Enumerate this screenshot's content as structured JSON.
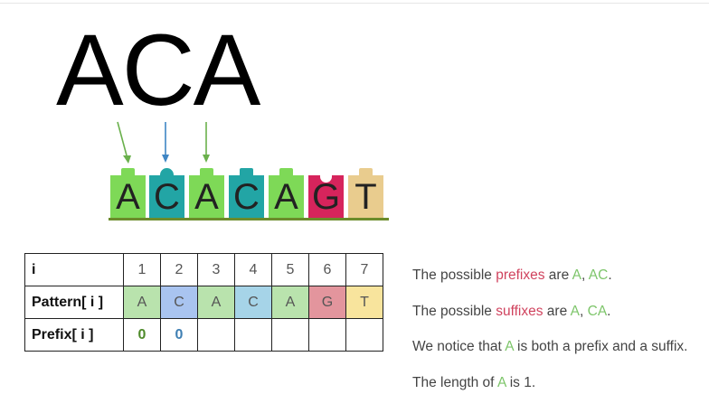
{
  "pattern_word": "ACA",
  "blocks": [
    {
      "letter": "A",
      "color": "#7ed957",
      "tab": "square"
    },
    {
      "letter": "C",
      "color": "#22a5a5",
      "tab": "round"
    },
    {
      "letter": "A",
      "color": "#7ed957",
      "tab": "square"
    },
    {
      "letter": "C",
      "color": "#22a5a5",
      "tab": "square"
    },
    {
      "letter": "A",
      "color": "#7ed957",
      "tab": "square"
    },
    {
      "letter": "G",
      "color": "#d6245c",
      "tab": "notch"
    },
    {
      "letter": "T",
      "color": "#e9cc8e",
      "tab": "square"
    }
  ],
  "arrows": [
    {
      "color": "#6ab04c"
    },
    {
      "color": "#3f86c4"
    },
    {
      "color": "#6ab04c"
    }
  ],
  "table": {
    "index_label": "i",
    "pattern_label": "Pattern[ i ]",
    "prefix_label": "Prefix[ i ]",
    "indices": [
      "1",
      "2",
      "3",
      "4",
      "5",
      "6",
      "7"
    ],
    "pattern": [
      {
        "char": "A",
        "bg": "#b9e3ad"
      },
      {
        "char": "C",
        "bg": "#a9c4f0"
      },
      {
        "char": "A",
        "bg": "#b9e3ad"
      },
      {
        "char": "C",
        "bg": "#a6d4e8"
      },
      {
        "char": "A",
        "bg": "#b9e3ad"
      },
      {
        "char": "G",
        "bg": "#e3959d"
      },
      {
        "char": "T",
        "bg": "#f8e49d"
      }
    ],
    "prefix": [
      {
        "value": "0",
        "color": "#4e8a2a"
      },
      {
        "value": "0",
        "color": "#3e7fb3"
      },
      {
        "value": "",
        "color": "#000000"
      },
      {
        "value": "",
        "color": "#000000"
      },
      {
        "value": "",
        "color": "#000000"
      },
      {
        "value": "",
        "color": "#000000"
      },
      {
        "value": "",
        "color": "#000000"
      }
    ]
  },
  "explanation": {
    "colors": {
      "green": "#7dc56a",
      "red": "#d0435e"
    },
    "line1": {
      "pre": "The possible ",
      "em": "prefixes",
      "mid": " are ",
      "a": "A",
      "sep": ", ",
      "b": "AC",
      "end": "."
    },
    "line2": {
      "pre": "The possible ",
      "em": "suffixes",
      "mid": " are ",
      "a": "A",
      "sep": ", ",
      "b": "CA",
      "end": "."
    },
    "line3": {
      "pre": "We notice that ",
      "a": "A",
      "end": " is both a prefix and a suffix."
    },
    "line4": {
      "pre": "The length of ",
      "a": "A",
      "end": " is 1."
    }
  }
}
